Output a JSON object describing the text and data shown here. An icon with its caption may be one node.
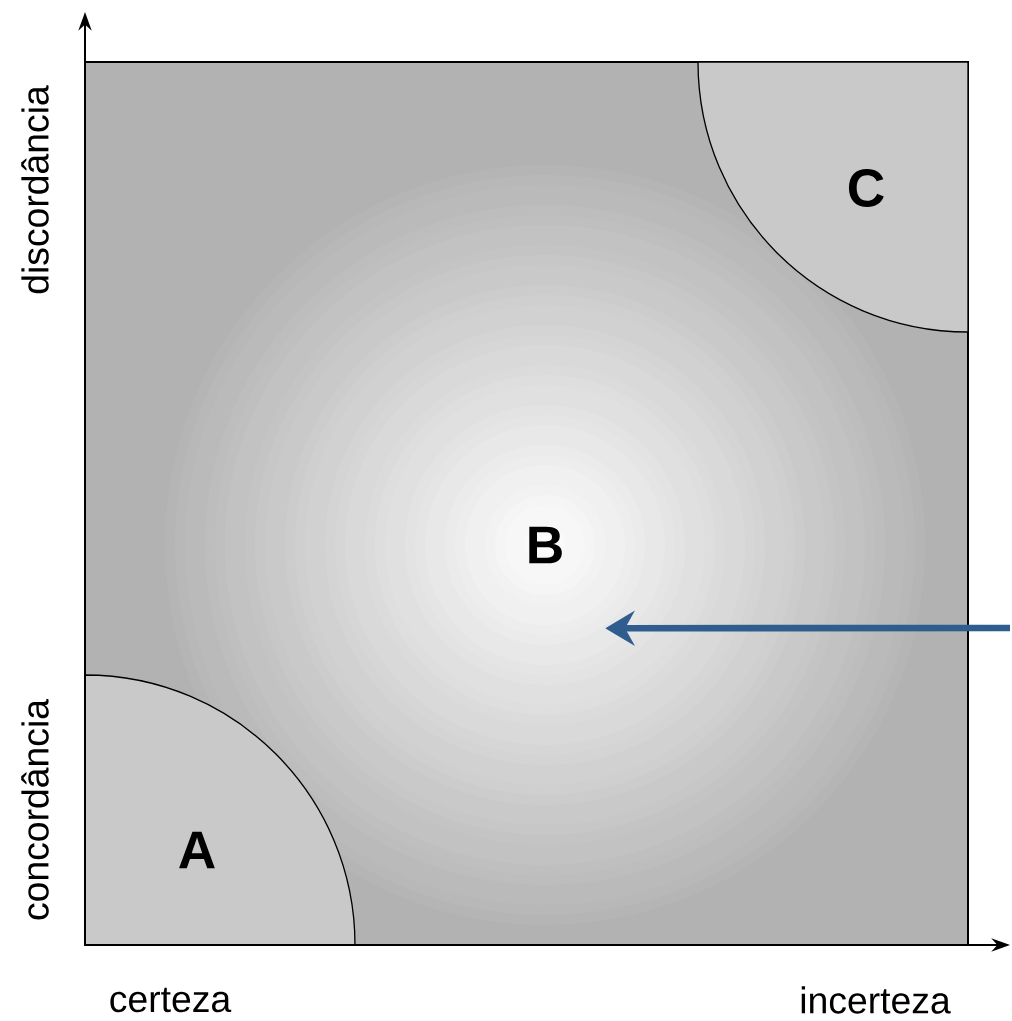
{
  "diagram": {
    "nodes": [
      {
        "text": [],
        "shape": "box"
      },
      {
        "text": [
          "B"
        ],
        "in": 0
      },
      {
        "text": [
          "A"
        ],
        "in": 0
      },
      {
        "text": [
          "C"
        ],
        "in": 0
      }
    ],
    "edges": [
      {
        "from": null,
        "to": 1,
        "arrow": "to",
        "color": "#2f5e8e"
      }
    ],
    "labels": [
      "discordância",
      "concordância",
      "certeza",
      "incerteza"
    ]
  }
}
